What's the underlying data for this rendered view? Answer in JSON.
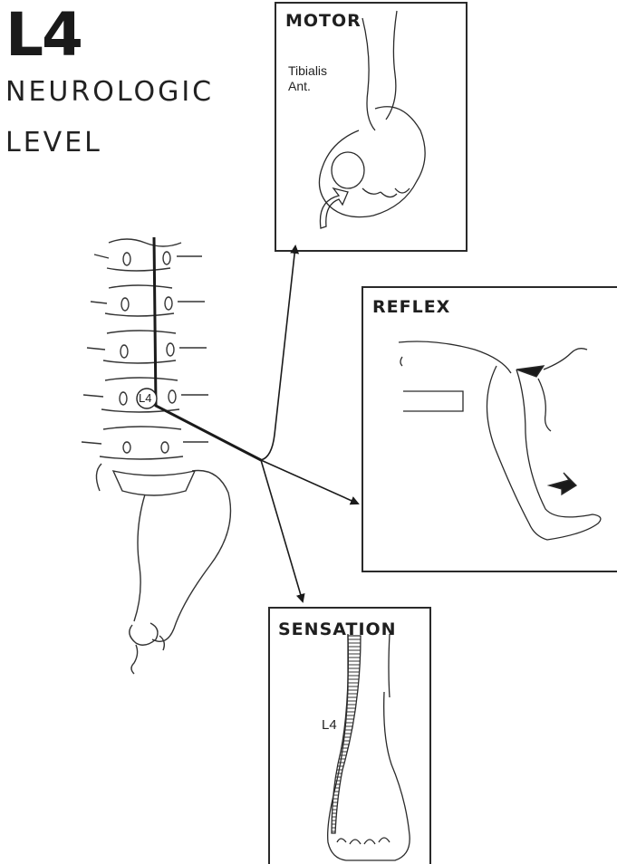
{
  "title": "L4",
  "subtitle_line1": "NEUROLOGIC",
  "subtitle_line2": "LEVEL",
  "spine": {
    "level_label": "L4"
  },
  "motor": {
    "heading": "MOTOR",
    "muscle_line1": "Tibialis",
    "muscle_line2": "Ant."
  },
  "reflex": {
    "heading": "REFLEX"
  },
  "sensation": {
    "heading": "SENSATION",
    "dermatome_label": "L4"
  }
}
